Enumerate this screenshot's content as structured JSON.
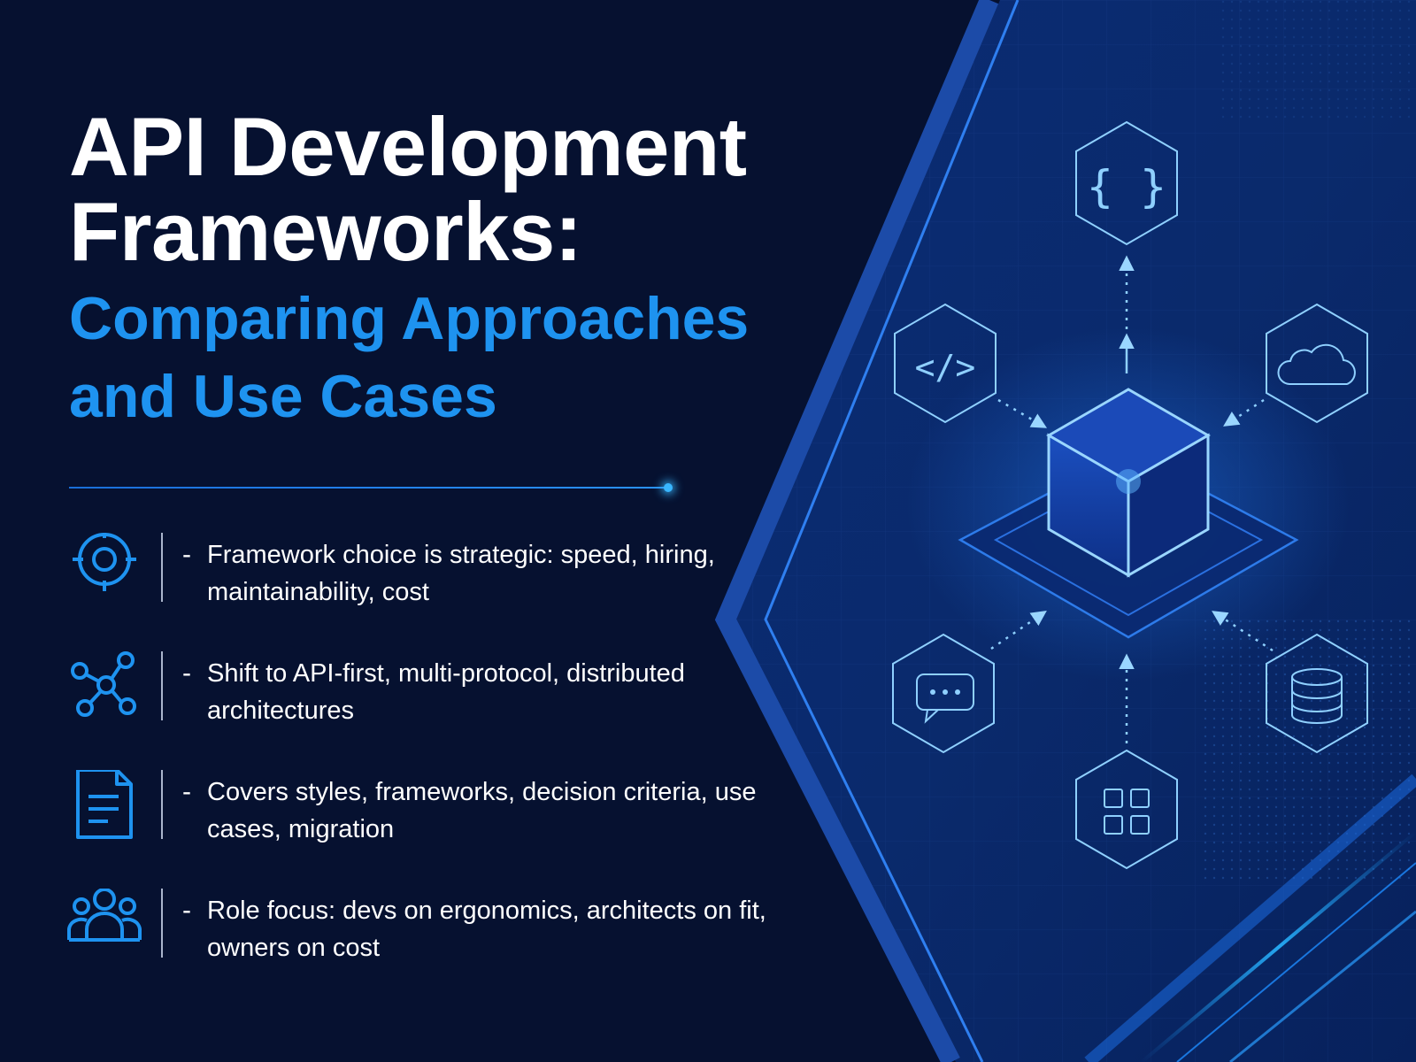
{
  "title": {
    "line1": "API Development",
    "line2": "Frameworks:",
    "subtitle_line1": "Comparing Approaches",
    "subtitle_line2": "and Use Cases"
  },
  "bullets": [
    {
      "icon": "target-icon",
      "dash": "-",
      "text": "Framework choice is strategic: speed, hiring, maintainability, cost"
    },
    {
      "icon": "network-nodes-icon",
      "dash": "-",
      "text": "Shift to API-first, multi-protocol, distributed architectures"
    },
    {
      "icon": "document-icon",
      "dash": "-",
      "text": "Covers styles, frameworks, decision criteria, use cases, migration"
    },
    {
      "icon": "team-icon",
      "dash": "-",
      "text": "Role focus: devs on ergonomics, architects on fit, owners on cost"
    }
  ],
  "diagram": {
    "center": "cube-icon",
    "nodes": [
      "curly-braces-icon",
      "code-tag-icon",
      "cloud-icon",
      "chat-icon",
      "database-icon",
      "grid-icon"
    ]
  },
  "colors": {
    "background": "#061130",
    "accent": "#1e93f0",
    "icon_stroke": "#8fd0ff",
    "text": "#ffffff"
  }
}
